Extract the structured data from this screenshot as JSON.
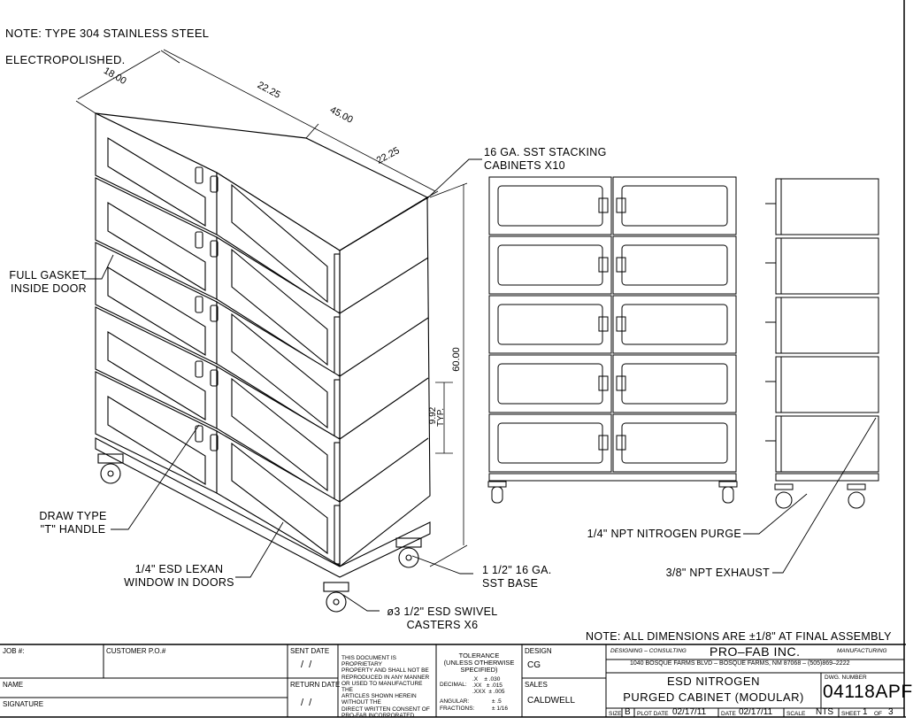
{
  "note_top": {
    "line1": "NOTE: TYPE 304 STAINLESS STEEL",
    "line2": "ELECTROPOLISHED."
  },
  "dimensions": {
    "depth": "18.00",
    "width_half_top": "22.25",
    "width_total": "45.00",
    "width_half_right": "22.25",
    "height": "60.00",
    "drawer_height": "9.92",
    "drawer_typ": "TYP."
  },
  "callouts": {
    "stacking": "16 GA. SST STACKING\nCABINETS X10",
    "gasket": "FULL GASKET\nINSIDE DOOR",
    "handle": "DRAW TYPE\n\"T\" HANDLE",
    "window": "1/4\" ESD LEXAN\nWINDOW IN DOORS",
    "base": "1 1/2\" 16 GA.\nSST BASE",
    "casters": "ø3 1/2\" ESD SWIVEL\nCASTERS  X6",
    "purge": "1/4\" NPT NITROGEN PURGE",
    "exhaust": "3/8\" NPT EXHAUST"
  },
  "note_bottom": "NOTE: ALL DIMENSIONS ARE ±1/8\" AT FINAL ASSEMBLY",
  "title_block": {
    "job_label": "JOB #:",
    "customer_po_label": "CUSTOMER P.O.#",
    "name_label": "NAME",
    "signature_label": "SIGNATURE",
    "sent_date_label": "SENT DATE",
    "sent_date_value": "/  /",
    "return_date_label": "RETURN DATE",
    "return_date_value": "/  /",
    "proprietary": "THIS DOCUMENT IS PROPRIETARY\nPROPERTY AND SHALL NOT BE\nREPRODUCED IN ANY MANNER\nOR USED TO MANUFACTURE THE\nARTICLES SHOWN HEREIN WITHOUT THE\nDIRECT WRITTEN CONSENT OF\nPRO-FAB INCORPORATED",
    "tolerance_title": "TOLERANCE\n(UNLESS OTHERWISE\nSPECIFIED)",
    "decimal_label": "DECIMAL:",
    "decimal_values": ".X    ± .030\n.XX   ± .015\n.XXX  ± .005",
    "angular_label": "ANGULAR:",
    "angular_value": "± .5",
    "fractions_label": "FRACTIONS:",
    "fractions_value": "± 1/16",
    "design_label": "DESIGN",
    "design_value": "CG",
    "sales_label": "SALES",
    "sales_value": "CALDWELL",
    "company_left": "DESIGNING – CONSULTING",
    "company_name": "PRO–FAB INC.",
    "company_right": "MANUFACTURING",
    "address": "1040 BOSQUE FARMS BLVD – BOSQUE FARMS, NM 87068 – (505)869–2222",
    "title_line1": "ESD NITROGEN",
    "title_line2": "PURGED CABINET (MODULAR)",
    "dwg_label": "DWG. NUMBER",
    "dwg_number": "04118APF",
    "size_label": "SIZE",
    "size_value": "B",
    "plot_date_label": "PLOT DATE",
    "plot_date_value": "02/17/11",
    "date_label": "DATE",
    "date_value": "02/17/11",
    "scale_label": "SCALE",
    "scale_value": "NTS",
    "sheet_label": "SHEET",
    "sheet_value": "1",
    "of_label": "OF",
    "sheet_total": "3"
  }
}
